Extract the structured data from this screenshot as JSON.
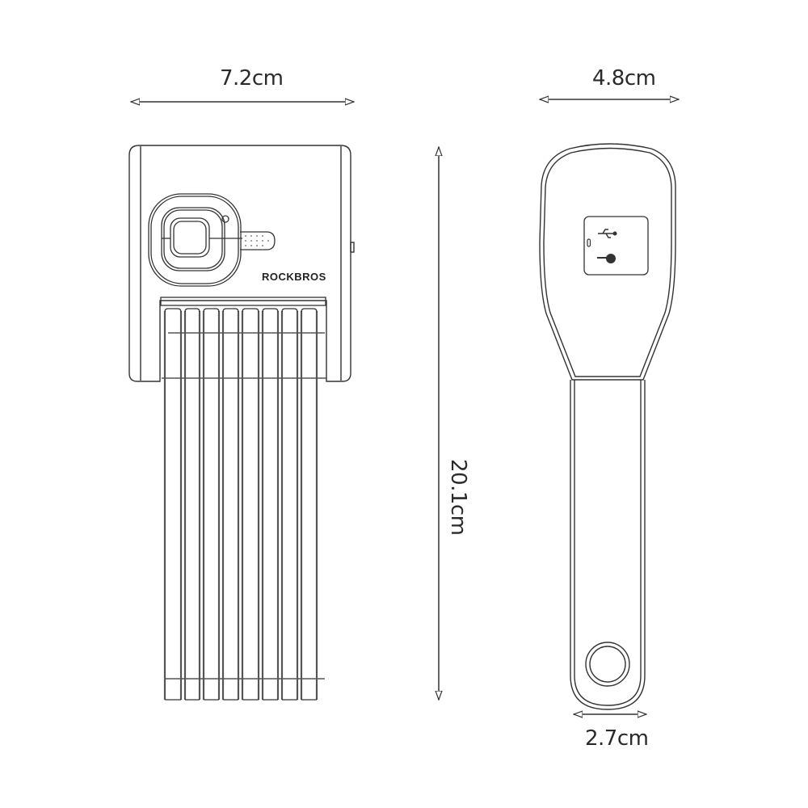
{
  "diagram": {
    "subject": "Folding bike lock with mounting bracket",
    "brand_logo": "ROCKBROS",
    "views": [
      {
        "name": "front-view",
        "description": "Lock body with fingerprint sensor and folded bars"
      },
      {
        "name": "side-view",
        "description": "Mounting bracket / key holder with USB and key icons"
      }
    ],
    "dimensions": {
      "front_width": "7.2cm",
      "overall_height": "20.1cm",
      "side_width": "4.8cm",
      "strap_width": "2.7cm"
    },
    "icons": [
      "usb-icon",
      "key-icon",
      "indicator-led",
      "fingerprint-sensor"
    ],
    "colors": {
      "line": "#333333",
      "background": "#ffffff",
      "text": "#2a2a2a"
    }
  }
}
